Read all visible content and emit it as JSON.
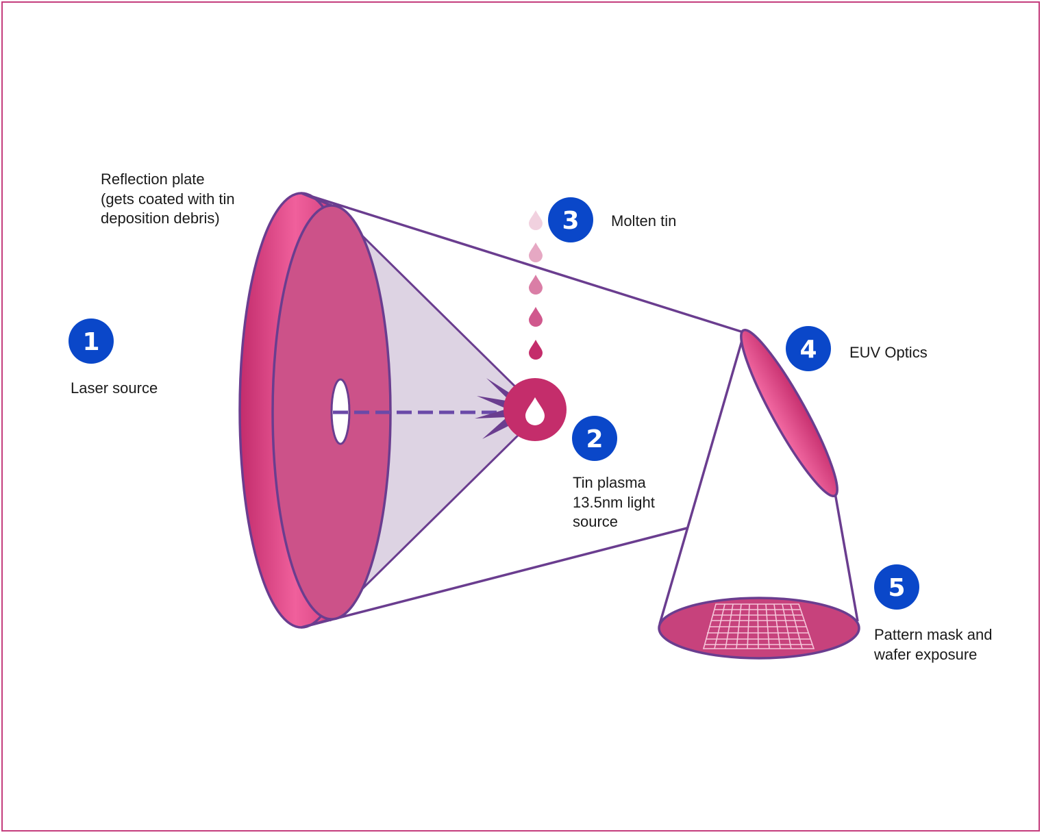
{
  "labels": {
    "reflection_plate": "Reflection plate\n(gets coated with tin\ndeposition debris)",
    "molten_tin": "Molten tin",
    "laser_source": "Laser source",
    "euv_optics": "EUV Optics",
    "tin_plasma": "Tin plasma\n13.5nm light\nsource",
    "pattern_mask": "Pattern mask and\nwafer exposure"
  },
  "badges": {
    "b1": "1",
    "b2": "2",
    "b3": "3",
    "b4": "4",
    "b5": "5"
  },
  "colors": {
    "frame": "#c43c7c",
    "badge": "#0a47c9",
    "outline": "#6a3d8f",
    "disc_face": "#cc5289",
    "disc_rim_light": "#f0609c",
    "disc_rim_dark": "#c22c6c",
    "cone_fill": "#ddd3e3",
    "laser_dash": "#7a5aa6",
    "plasma": "#c42d6b"
  }
}
